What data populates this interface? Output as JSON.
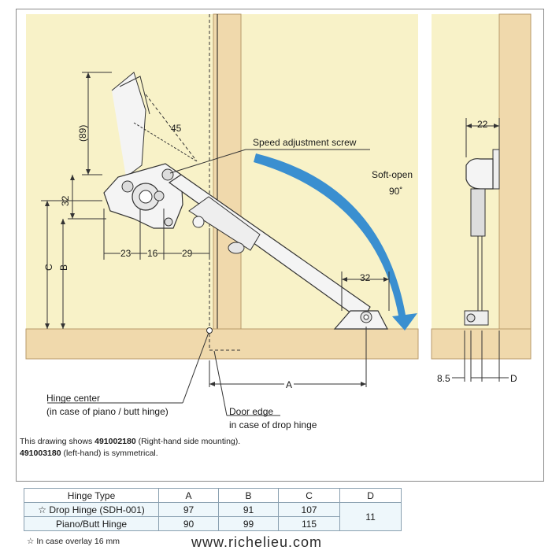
{
  "labels": {
    "speed_screw": "Speed adjustment screw",
    "soft_open": "Soft-open",
    "angle": "90˚",
    "hinge_center_1": "Hinge center",
    "hinge_center_2": "(in case of piano / butt hinge)",
    "door_edge_1": "Door edge",
    "door_edge_2": "in case of drop hinge"
  },
  "dimensions": {
    "d89": "(89)",
    "d45": "45",
    "d32_v": "32",
    "dC": "C",
    "dB": "B",
    "d23": "23",
    "d16": "16",
    "d29": "29",
    "d32_h": "32",
    "dA": "A",
    "d22": "22",
    "d8_5": "8.5",
    "dD": "D"
  },
  "notes": {
    "line1_pre": "This drawing shows ",
    "line1_bold": "491002180",
    "line1_post": " (Right-hand side mounting).",
    "line2_bold": "491003180",
    "line2_post": " (left-hand)  is symmetrical."
  },
  "table": {
    "headers": [
      "Hinge Type",
      "A",
      "B",
      "C",
      "D"
    ],
    "rows": [
      {
        "type": "☆ Drop Hinge (SDH-001)",
        "a": "97",
        "b": "91",
        "c": "107"
      },
      {
        "type": "Piano/Butt Hinge",
        "a": "90",
        "b": "99",
        "c": "115"
      }
    ],
    "d_value": "11"
  },
  "footnote": "☆ In case overlay 16 mm",
  "website": "www.richelieu.com",
  "colors": {
    "wall": "#f8f2c8",
    "wood": "#f0d9ac",
    "wood_edge": "#b89a6a",
    "arrow": "#3a8fd0"
  }
}
